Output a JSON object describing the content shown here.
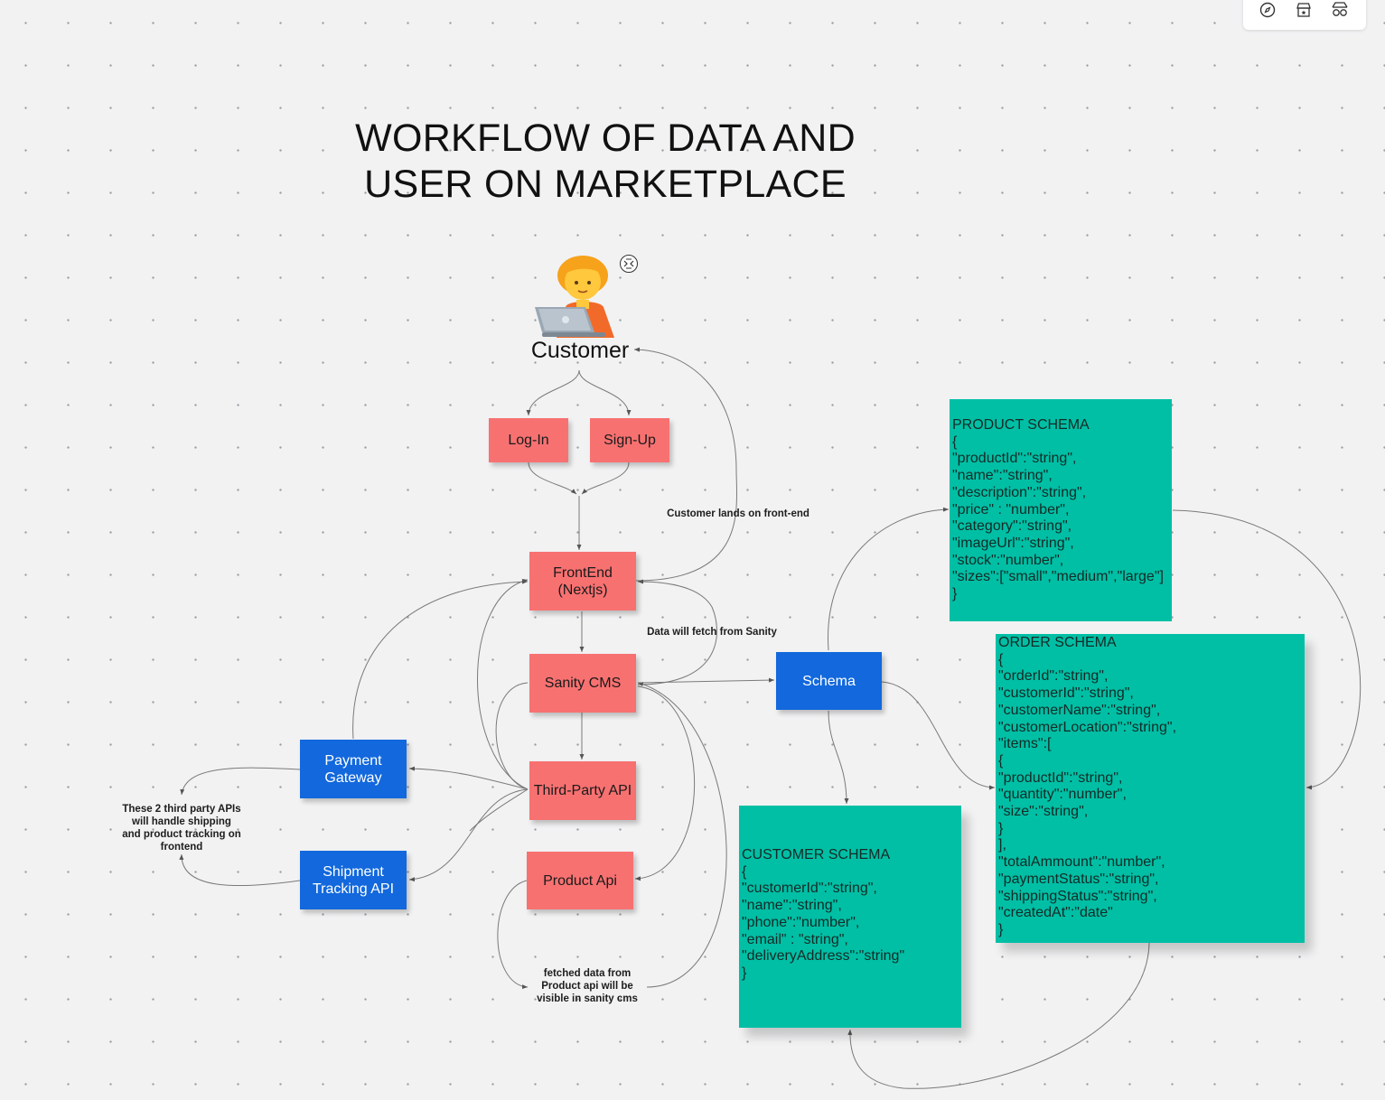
{
  "title": "WORKFLOW OF DATA AND USER ON MARKETPLACE",
  "toolbar": {
    "icons": [
      "compass-icon",
      "shop-icon",
      "people-icon"
    ]
  },
  "customer": {
    "label": "Customer",
    "illustration": "person-with-laptop-icon"
  },
  "nodes": {
    "login": "Log-In",
    "signup": "Sign-Up",
    "frontend": "FrontEnd\n(Nextjs)",
    "sanity": "Sanity CMS",
    "third_party": "Third-Party API",
    "product_api": "Product Api",
    "payment": "Payment\nGateway",
    "shipment": "Shipment\nTracking API",
    "schema": "Schema"
  },
  "edge_labels": {
    "lands": "Customer  lands on front-end",
    "fetch_sanity": "Data will fetch from Sanity",
    "third_party_note": "These 2 third party APIs\nwill handle shipping\nand product tracking on\nfrontend",
    "fetched_product": "fetched data from\nProduct api will be\nvisible in sanity cms"
  },
  "schemas": {
    "product": "PRODUCT SCHEMA\n{\n\"productId\":\"string\",\n\"name\":\"string\",\n\"description\":\"string\",\n\"price\" : \"number\",\n\"category\":\"string\",\n\"imageUrl\":\"string\",\n\"stock\":\"number\",\n\"sizes\":[\"small\",\"medium\",\"large\"]\n}",
    "order": "ORDER SCHEMA\n{\n\"orderId\":\"string\",\n\"customerId\":\"string\",\n\"customerName\":\"string\",\n\"customerLocation\":\"string\",\n\"items\":[\n{\n\"productId\":\"string\",\n\"quantity\":\"number\",\n\"size\":\"string\",\n}\n],\n\"totalAmmount\":\"number\",\n\"paymentStatus\":\"string\",\n\"shippingStatus\":\"string\",\n\"createdAt\":\"date\"\n}",
    "customer": "CUSTOMER SCHEMA\n{\n\"customerId\":\"string\",\n\"name\":\"string\",\n\"phone\":\"number\",\n\"email\" : \"string\",\n\"deliveryAddress\":\"string\"\n}"
  },
  "colors": {
    "process_node": "#f87171",
    "api_node": "#1268dc",
    "schema_note": "#00bfa5",
    "connector": "#7a7a7a",
    "canvas": "#f2f2f3"
  }
}
